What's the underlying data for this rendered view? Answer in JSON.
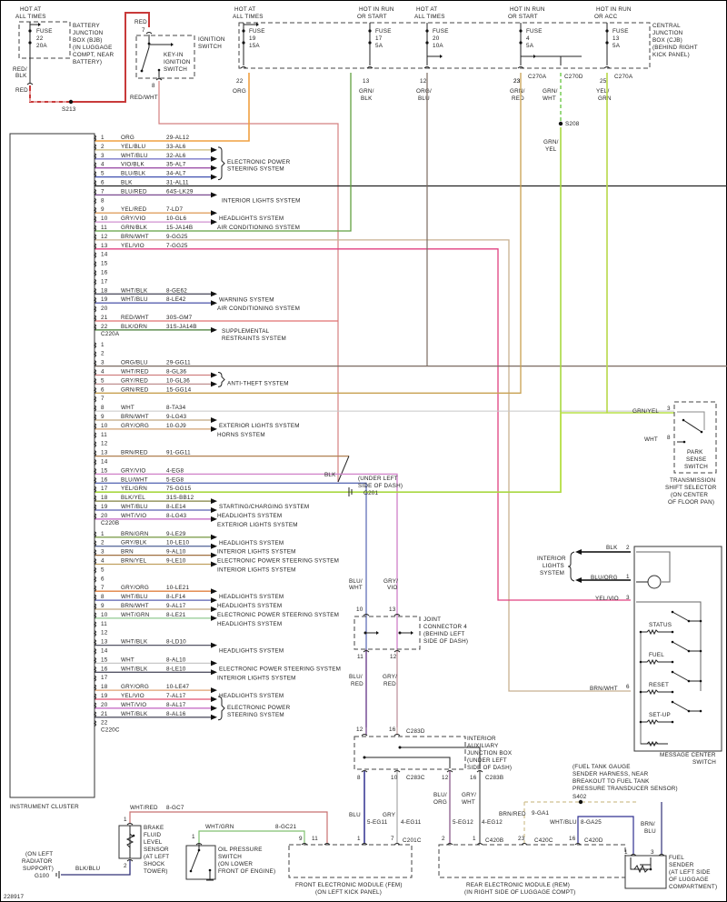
{
  "diagram_id": "228917",
  "instrument_cluster": {
    "label": "INSTRUMENT CLUSTER",
    "connectors": [
      {
        "name": "C220A",
        "pins": [
          {
            "pin": "1",
            "color": "ORG",
            "circuit": "29-AL12",
            "hex": "#f0a040"
          },
          {
            "pin": "2",
            "color": "YEL/BLU",
            "circuit": "33-AL6",
            "hex": "#c8b878"
          },
          {
            "pin": "3",
            "color": "WHT/BLU",
            "circuit": "32-AL6",
            "hex": "#7a78c8"
          },
          {
            "pin": "4",
            "color": "VIO/BLK",
            "circuit": "35-AL7",
            "hex": "#9c50a8"
          },
          {
            "pin": "5",
            "color": "BLU/BLK",
            "circuit": "34-AL7",
            "hex": "#4050b0"
          },
          {
            "pin": "6",
            "color": "BLK",
            "circuit": "31-AL11",
            "hex": "#222222"
          },
          {
            "pin": "7",
            "color": "BLU/RED",
            "circuit": "64S-LK29",
            "hex": "#7a4a90"
          },
          {
            "pin": "8",
            "color": "",
            "circuit": "",
            "hex": ""
          },
          {
            "pin": "9",
            "color": "YEL/RED",
            "circuit": "7-LD7",
            "hex": "#e0a060"
          },
          {
            "pin": "10",
            "color": "GRY/VIO",
            "circuit": "10-GL6",
            "hex": "#d090d0"
          },
          {
            "pin": "11",
            "color": "GRN/BLK",
            "circuit": "15-JA14B",
            "hex": "#60a040"
          },
          {
            "pin": "12",
            "color": "BRN/WHT",
            "circuit": "9-GG25",
            "hex": "#c8b090"
          },
          {
            "pin": "13",
            "color": "YEL/VIO",
            "circuit": "7-GG25",
            "hex": "#e04080"
          },
          {
            "pin": "14",
            "color": "",
            "circuit": "",
            "hex": ""
          },
          {
            "pin": "15",
            "color": "",
            "circuit": "",
            "hex": ""
          },
          {
            "pin": "16",
            "color": "",
            "circuit": "",
            "hex": ""
          },
          {
            "pin": "17",
            "color": "",
            "circuit": "",
            "hex": ""
          },
          {
            "pin": "18",
            "color": "WHT/BLK",
            "circuit": "8-GE62",
            "hex": "#555566"
          },
          {
            "pin": "19",
            "color": "WHT/BLU",
            "circuit": "8-LE42",
            "hex": "#5a60b0"
          },
          {
            "pin": "20",
            "color": "",
            "circuit": "",
            "hex": ""
          },
          {
            "pin": "21",
            "color": "RED/WHT",
            "circuit": "30S-GM7",
            "hex": "#e07070"
          },
          {
            "pin": "22",
            "color": "BLK/ORN",
            "circuit": "31S-JA14B",
            "hex": "#407830"
          }
        ]
      },
      {
        "name": "C220B",
        "pins": [
          {
            "pin": "1",
            "color": "",
            "circuit": "",
            "hex": ""
          },
          {
            "pin": "2",
            "color": "",
            "circuit": "",
            "hex": ""
          },
          {
            "pin": "3",
            "color": "ORG/BLU",
            "circuit": "29-GG11",
            "hex": "#7a6a60"
          },
          {
            "pin": "4",
            "color": "WHT/RED",
            "circuit": "8-GL36",
            "hex": "#d08080"
          },
          {
            "pin": "5",
            "color": "GRY/RED",
            "circuit": "10-GL36",
            "hex": "#c09090"
          },
          {
            "pin": "6",
            "color": "GRN/RED",
            "circuit": "15-GG14",
            "hex": "#c8a050"
          },
          {
            "pin": "7",
            "color": "",
            "circuit": "",
            "hex": ""
          },
          {
            "pin": "8",
            "color": "WHT",
            "circuit": "8-TA34",
            "hex": "#c8c8c8"
          },
          {
            "pin": "9",
            "color": "BRN/WHT",
            "circuit": "9-LG43",
            "hex": "#c0a880"
          },
          {
            "pin": "10",
            "color": "GRY/ORG",
            "circuit": "10-GJ9",
            "hex": "#d0a070"
          },
          {
            "pin": "11",
            "color": "",
            "circuit": "",
            "hex": ""
          },
          {
            "pin": "12",
            "color": "",
            "circuit": "",
            "hex": ""
          },
          {
            "pin": "13",
            "color": "BRN/RED",
            "circuit": "91-GG11",
            "hex": "#b08050"
          },
          {
            "pin": "14",
            "color": "",
            "circuit": "",
            "hex": ""
          },
          {
            "pin": "15",
            "color": "GRY/VIO",
            "circuit": "4-EG8",
            "hex": "#d080c8"
          },
          {
            "pin": "16",
            "color": "BLU/WHT",
            "circuit": "5-EG8",
            "hex": "#6070b8"
          },
          {
            "pin": "17",
            "color": "YEL/GRN",
            "circuit": "75-GG15",
            "hex": "#a8d840"
          },
          {
            "pin": "18",
            "color": "BLK/YEL",
            "circuit": "31S-BB12",
            "hex": "#808040"
          },
          {
            "pin": "19",
            "color": "WHT/BLU",
            "circuit": "8-LE14",
            "hex": "#5a60b0"
          },
          {
            "pin": "20",
            "color": "WHT/VIO",
            "circuit": "8-LG43",
            "hex": "#c060c0"
          }
        ]
      },
      {
        "name": "C220C",
        "pins": [
          {
            "pin": "1",
            "color": "BRN/GRN",
            "circuit": "9-LE29",
            "hex": "#80a050"
          },
          {
            "pin": "2",
            "color": "GRY/BLK",
            "circuit": "10-LE10",
            "hex": "#6070a0"
          },
          {
            "pin": "3",
            "color": "BRN",
            "circuit": "9-AL10",
            "hex": "#a07040"
          },
          {
            "pin": "4",
            "color": "BRN/YEL",
            "circuit": "9-LE10",
            "hex": "#c0a060"
          },
          {
            "pin": "5",
            "color": "",
            "circuit": "",
            "hex": ""
          },
          {
            "pin": "6",
            "color": "",
            "circuit": "",
            "hex": ""
          },
          {
            "pin": "7",
            "color": "GRY/ORG",
            "circuit": "10-LE21",
            "hex": "#e08040"
          },
          {
            "pin": "8",
            "color": "WHT/BLU",
            "circuit": "8-LF14",
            "hex": "#5a60b0"
          },
          {
            "pin": "9",
            "color": "BRN/WHT",
            "circuit": "9-AL17",
            "hex": "#c0a880"
          },
          {
            "pin": "10",
            "color": "WHT/GRN",
            "circuit": "8-LE21",
            "hex": "#90c890"
          },
          {
            "pin": "11",
            "color": "",
            "circuit": "",
            "hex": ""
          },
          {
            "pin": "12",
            "color": "",
            "circuit": "",
            "hex": ""
          },
          {
            "pin": "13",
            "color": "WHT/BLK",
            "circuit": "8-LD10",
            "hex": "#555566"
          },
          {
            "pin": "14",
            "color": "",
            "circuit": "",
            "hex": ""
          },
          {
            "pin": "15",
            "color": "WHT",
            "circuit": "8-AL10",
            "hex": "#c8c8c8"
          },
          {
            "pin": "16",
            "color": "WHT/BLK",
            "circuit": "8-LE10",
            "hex": "#555566"
          },
          {
            "pin": "17",
            "color": "",
            "circuit": "",
            "hex": ""
          },
          {
            "pin": "18",
            "color": "GRY/ORG",
            "circuit": "10-LE47",
            "hex": "#e0a070"
          },
          {
            "pin": "19",
            "color": "YEL/VIO",
            "circuit": "7-AL17",
            "hex": "#e05070"
          },
          {
            "pin": "20",
            "color": "WHT/VIO",
            "circuit": "8-AL17",
            "hex": "#c060c0"
          },
          {
            "pin": "21",
            "color": "WHT/BLK",
            "circuit": "8-AL16",
            "hex": "#555566"
          },
          {
            "pin": "22",
            "color": "",
            "circuit": "",
            "hex": ""
          }
        ]
      }
    ]
  },
  "systems": {
    "eps": [
      "ELECTRONIC POWER",
      "STEERING SYSTEM"
    ],
    "eps_long": "ELECTRONIC POWER STEERING SYSTEM",
    "interior_lights": "INTERIOR LIGHTS SYSTEM",
    "headlights": "HEADLIGHTS SYSTEM",
    "air_conditioning": "AIR CONDITIONING SYSTEM",
    "warning": "WARNING SYSTEM",
    "srs": [
      "SUPPLEMENTAL",
      "RESTRAINTS SYSTEM"
    ],
    "anti_theft": "ANTI-THEFT SYSTEM",
    "exterior_lights": "EXTERIOR LIGHTS SYSTEM",
    "horns": "HORNS SYSTEM",
    "starting_charging": "STARTING/CHARGING SYSTEM"
  },
  "bjb": {
    "hot": [
      "HOT AT",
      "ALL TIMES"
    ],
    "fuse": [
      "FUSE",
      "22",
      "20A"
    ],
    "label": [
      "BATTERY",
      "JUNCTION",
      "BOX (BJB)",
      "(IN LUGGAGE",
      "COMPT, NEAR",
      "BATTERY)"
    ],
    "wire_upper": [
      "RED/",
      "BLK"
    ],
    "wire_lower": "RED",
    "splice": "S213"
  },
  "ignition": {
    "wire_in": "RED",
    "pin_in": "7",
    "pin_out": "8",
    "wire_out": "RED/WHT",
    "label": [
      "IGNITION",
      "SWITCH"
    ],
    "inner_label": [
      "KEY-IN",
      "IGNITION",
      "SWITCH"
    ]
  },
  "cjb": {
    "label": [
      "CENTRAL",
      "JUNCTION",
      "BOX (CJB)",
      "(BEHIND RIGHT",
      "KICK PANEL)"
    ],
    "fuses": [
      {
        "hot": [
          "HOT AT",
          "ALL TIMES"
        ],
        "fuse": [
          "FUSE",
          "19",
          "15A"
        ],
        "pin": "22",
        "wire": [
          "ORG"
        ]
      },
      {
        "hot": [
          "HOT IN RUN",
          "OR START"
        ],
        "fuse": [
          "FUSE",
          "17",
          "5A"
        ],
        "pin": "13",
        "wire": [
          "GRN/",
          "BLK"
        ]
      },
      {
        "hot": [
          "HOT AT",
          "ALL TIMES"
        ],
        "fuse": [
          "FUSE",
          "20",
          "10A"
        ],
        "pin": "12",
        "wire": [
          "ORG/",
          "BLU"
        ]
      },
      {
        "hot": [
          "HOT IN RUN",
          "OR START"
        ],
        "fuse": [
          "FUSE",
          "4",
          "5A"
        ],
        "pin": "23",
        "conn": "C270A",
        "wire": [
          "GRN/",
          "RED"
        ]
      },
      {
        "hot": [
          "HOT IN RUN",
          "OR ACC"
        ],
        "fuse": [
          "FUSE",
          "13",
          "5A"
        ],
        "pin": "25",
        "conn": "C270A",
        "wire": [
          "YEL/",
          "GRN"
        ]
      }
    ],
    "extra_pin": {
      "pin": "23",
      "conn": "C270D",
      "wire": [
        "GRN/",
        "WHT"
      ]
    },
    "splice": "S208",
    "splice_wire": [
      "GRN/",
      "YEL"
    ]
  },
  "g201": {
    "wire": "BLK",
    "label": [
      "(UNDER LEFT",
      "SIDE OF DASH)"
    ],
    "id": "G201"
  },
  "trans_selector": {
    "pins": [
      {
        "pin": "3",
        "wire": "GRN/YEL"
      },
      {
        "pin": "8",
        "wire": "WHT"
      }
    ],
    "inner": [
      "PARK",
      "SENSE",
      "SWITCH"
    ],
    "label": [
      "TRANSMISSION",
      "SHIFT SELECTOR",
      "(ON CENTER",
      "OF FLOOR PAN)"
    ]
  },
  "message_center": {
    "pins": [
      {
        "pin": "2",
        "wire": "BLK"
      },
      {
        "pin": "1",
        "wire": "BLU/ORG"
      },
      {
        "pin": "3",
        "wire": "YEL/VIO"
      },
      {
        "pin": "6",
        "wire": "BRN/WHT"
      }
    ],
    "lights_label": [
      "INTERIOR",
      "LIGHTS",
      "SYSTEM"
    ],
    "buttons": [
      "STATUS",
      "FUEL",
      "RESET",
      "SET-UP"
    ],
    "label": [
      "MESSAGE CENTER",
      "SWITCH"
    ]
  },
  "joint_connector": {
    "top": [
      {
        "pin": "10",
        "wire": [
          "BLU/",
          "WHT"
        ]
      },
      {
        "pin": "13",
        "wire": [
          "GRY/",
          "VIO"
        ]
      }
    ],
    "bottom": [
      {
        "pin": "11",
        "wire": [
          "BLU/",
          "RED"
        ]
      },
      {
        "pin": "12",
        "wire": [
          "GRY/",
          "RED"
        ]
      }
    ],
    "label": [
      "JOINT",
      "CONNECTOR 4",
      "(BEHIND LEFT",
      "SIDE OF DASH)"
    ]
  },
  "iajb": {
    "top_pins": [
      "12",
      "16"
    ],
    "top_conn": "C283D",
    "label": [
      "INTERIOR",
      "AUXILIARY",
      "JUNCTION BOX",
      "(UNDER LEFT",
      "SIDE OF DASH)"
    ],
    "bottom": [
      {
        "pin": "8",
        "wire": [
          "BLU"
        ],
        "circuit": "5-EG11"
      },
      {
        "pin": "10",
        "wire": [
          "GRY"
        ],
        "circuit": "4-EG11",
        "conn": "C283C"
      },
      {
        "pin": "12",
        "wire": [
          "BLU/",
          "ORG"
        ],
        "circuit": "5-EG12"
      },
      {
        "pin": "16",
        "wire": [
          "GRY/",
          "WHT"
        ],
        "circuit": "4-EG12",
        "conn": "C283B"
      }
    ]
  },
  "fem": {
    "label": [
      "FRONT ELECTRONIC MODULE (FEM)",
      "(ON LEFT KICK PANEL)"
    ],
    "pins": [
      {
        "pin": "9"
      },
      {
        "pin": "11"
      },
      {
        "pin": "1"
      },
      {
        "pin": "7",
        "conn": "C201C"
      }
    ]
  },
  "rem": {
    "label": [
      "REAR ELECTRONIC MODULE (REM)",
      "(IN RIGHT SIDE OF LUGGAGE COMPT)"
    ],
    "pins": [
      {
        "pin": "2"
      },
      {
        "pin": "1",
        "conn": "C420B"
      },
      {
        "pin": "23",
        "conn": "C420C"
      },
      {
        "pin": "16",
        "conn": "C420D"
      }
    ]
  },
  "brake_sensor": {
    "wire": "WHT/RED",
    "circuit": "8-GC7",
    "pin_top": "1",
    "pin_bottom": "2",
    "label": [
      "BRAKE",
      "FLUID",
      "LEVEL",
      "SENSOR",
      "(AT LEFT",
      "SHOCK",
      "TOWER)"
    ],
    "ground_wire": "BLK/BLU",
    "ground_label": [
      "(ON LEFT",
      "RADIATOR",
      "SUPPORT)"
    ],
    "ground_id": "G100"
  },
  "oil_switch": {
    "wire": "WHT/GRN",
    "circuit": "8-GC21",
    "pin": "1",
    "label": [
      "OIL PRESSURE",
      "SWITCH",
      "(ON LOWER",
      "FRONT OF ENGINE)"
    ]
  },
  "fuel_sender": {
    "splice_label": [
      "(FUEL TANK GAUGE",
      "SENDER HARNESS, NEAR",
      "BREAKOUT TO FUEL TANK",
      "PRESSURE TRANSDUCER SENSOR)"
    ],
    "splice": "S402",
    "wire_a": "BRN/RED",
    "circuit_a": "9-GA1",
    "wire_b": "WHT/BLU",
    "circuit_b": "8-GA25",
    "wire_c": [
      "BRN/",
      "BLU"
    ],
    "pins": [
      "1",
      "3"
    ],
    "label": [
      "FUEL",
      "SENDER",
      "(AT LEFT SIDE",
      "OF LUGGAGE",
      "COMPARTMENT)"
    ]
  }
}
